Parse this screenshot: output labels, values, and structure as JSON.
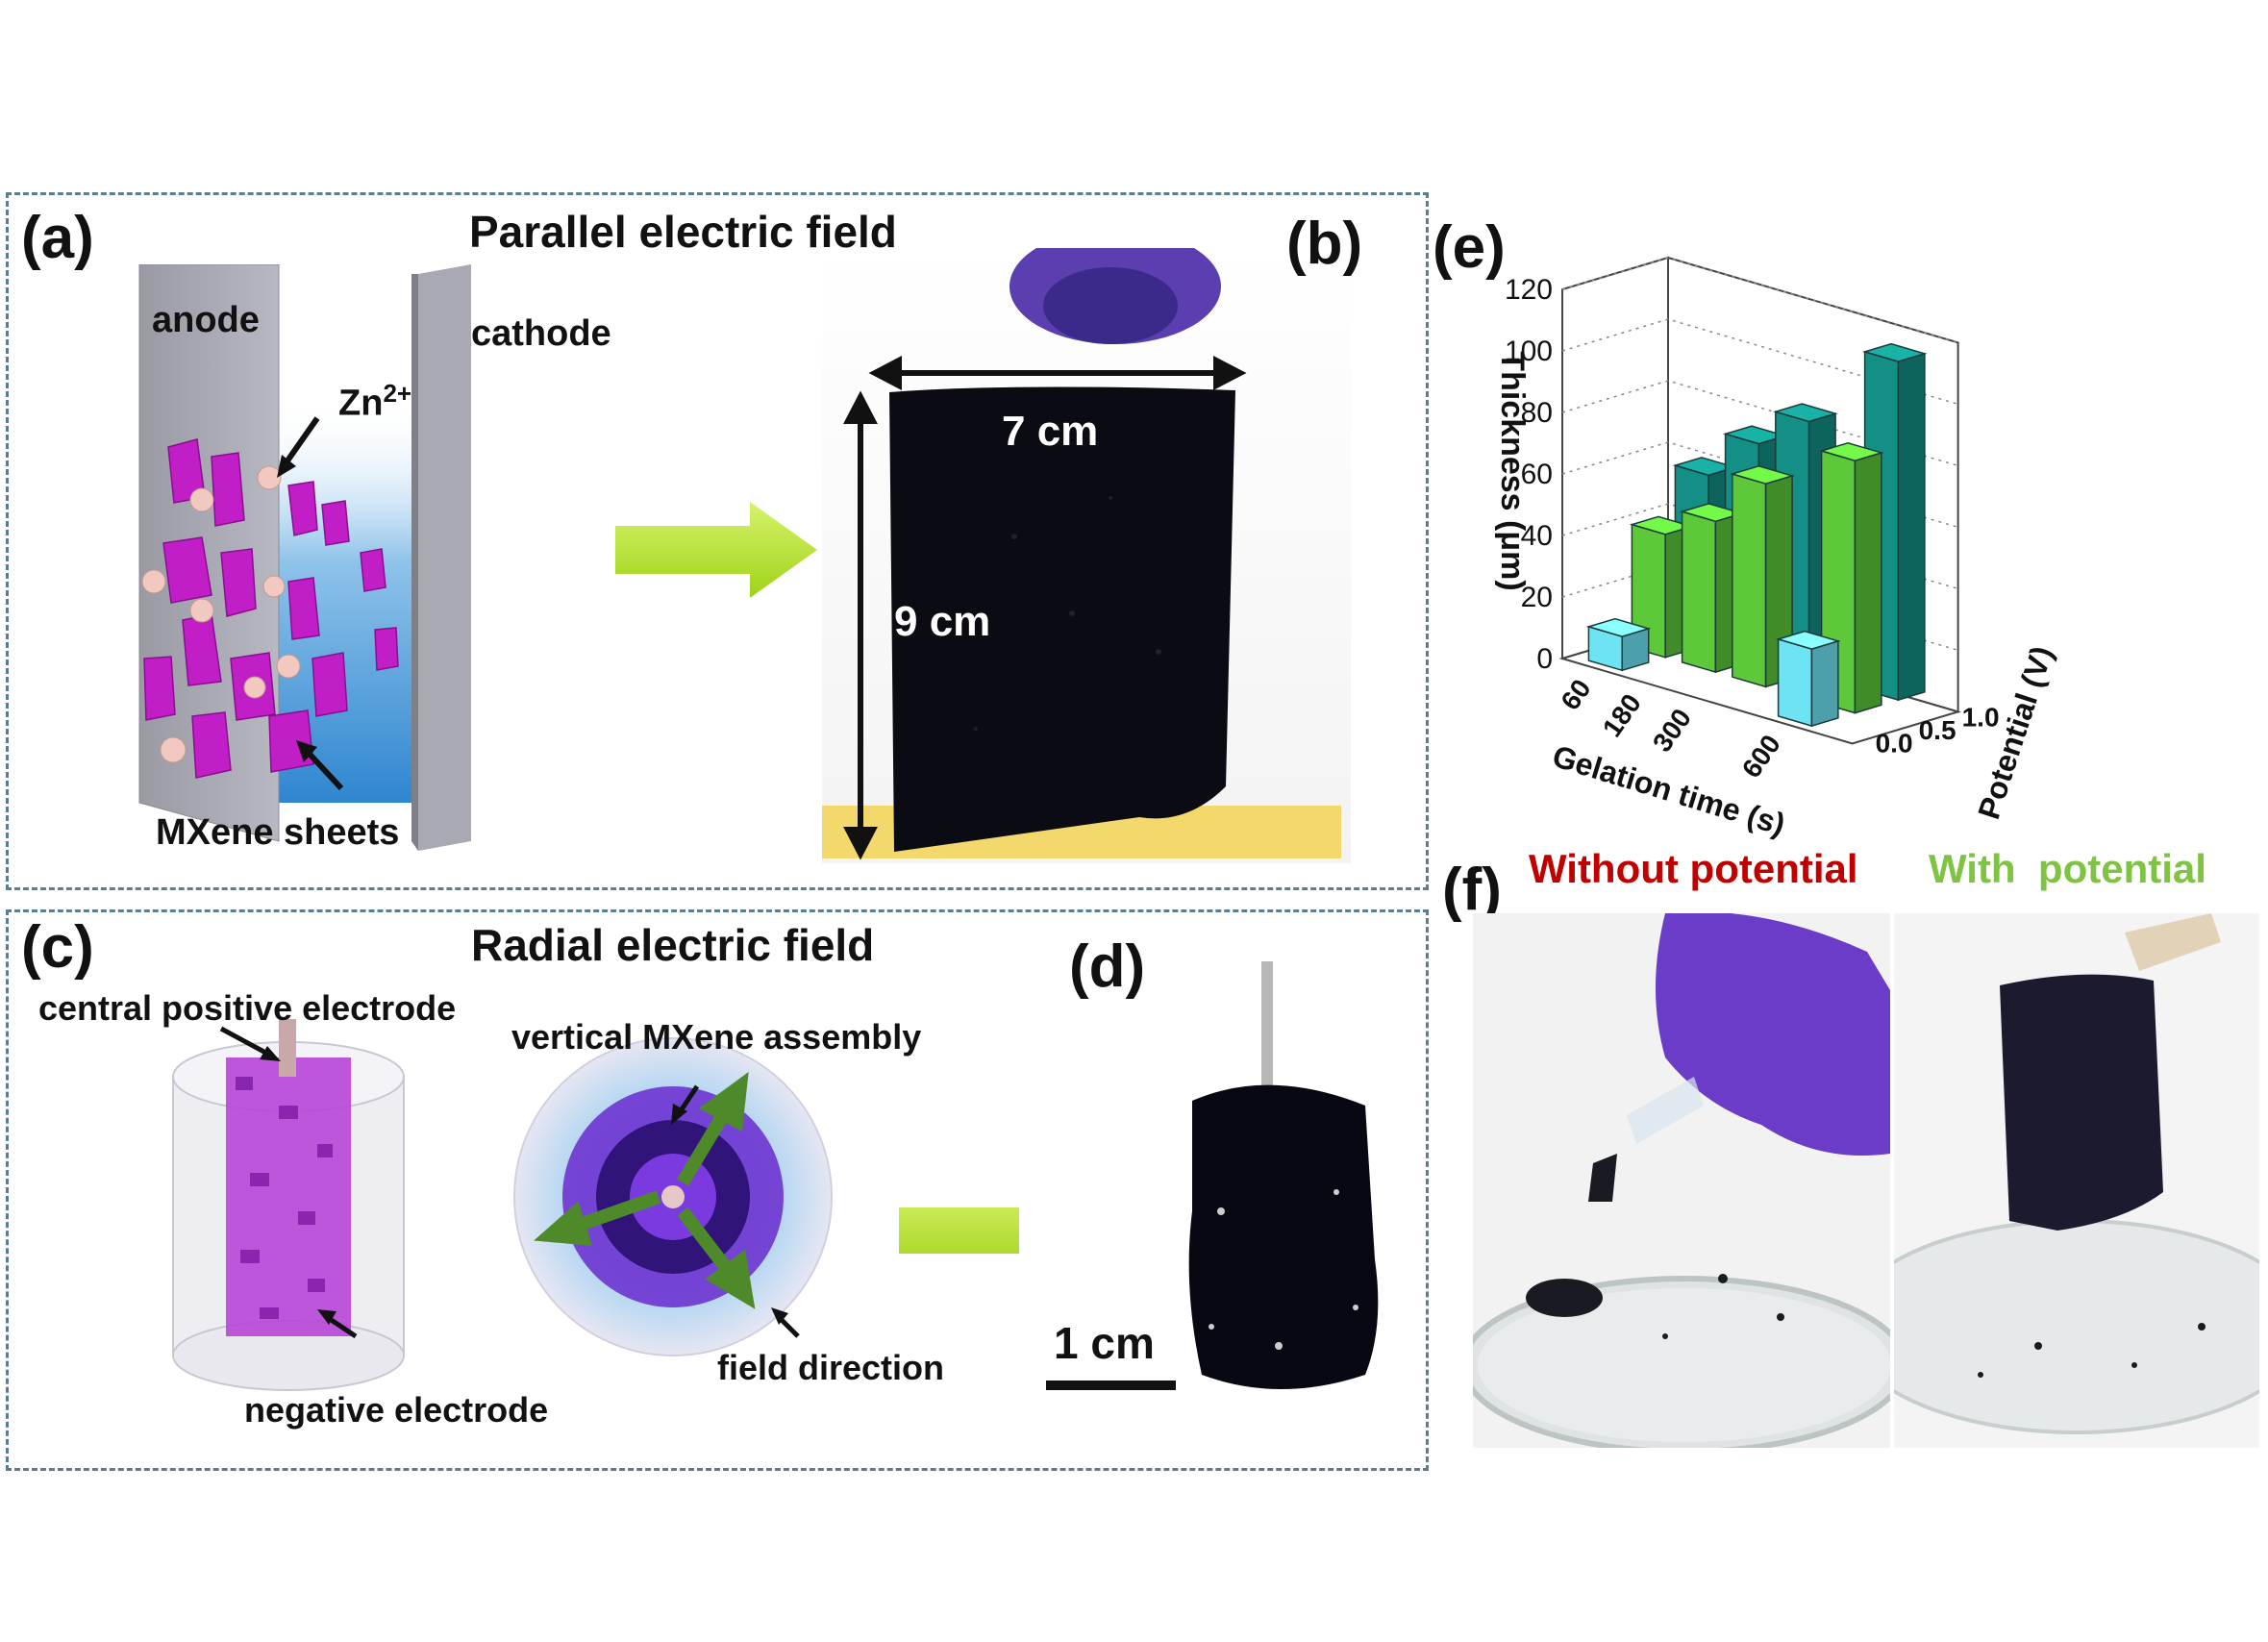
{
  "figure": {
    "panel_a": {
      "letter": "(a)",
      "title": "Parallel electric field",
      "anode": "anode",
      "cathode": "cathode",
      "ion": "Zn",
      "ion_charge": "2+",
      "sheets": "MXene sheets"
    },
    "panel_b": {
      "letter": "(b)",
      "width_label": "7 cm",
      "height_label": "9 cm"
    },
    "panel_c": {
      "letter": "(c)",
      "title": "Radial electric field",
      "central_electrode": "central positive electrode",
      "vertical_assembly": "vertical MXene assembly",
      "negative_electrode": "negative electrode",
      "field_direction": "field direction"
    },
    "panel_d": {
      "letter": "(d)",
      "scale_bar": "1 cm"
    },
    "panel_e": {
      "letter": "(e)"
    },
    "panel_f": {
      "letter": "(f)",
      "left_label": "Without potential",
      "right_label": "With  potential"
    }
  },
  "colors": {
    "label_red": "#c00000",
    "label_green": "#7ec341",
    "arrow_green": "#b6e61c",
    "mxene_magenta": "#c21ec8",
    "bar_cyan": "#6ee3f4",
    "bar_green": "#5cc83a",
    "bar_teal": "#138f85"
  },
  "chart_data": {
    "type": "bar3d",
    "zlabel": "Thickness  (μm)",
    "xlabel": "Gelation time (s)",
    "ylabel": "Potential (V)",
    "x_ticks": [
      "60",
      "180",
      "300",
      "600"
    ],
    "y_ticks": [
      "0.0",
      "0.5",
      "1.0"
    ],
    "z_ticks": [
      "0",
      "20",
      "40",
      "60",
      "80",
      "100",
      "120"
    ],
    "zlim": [
      0,
      120
    ],
    "x": [
      60,
      180,
      300,
      600
    ],
    "series": [
      {
        "potential": 0.0,
        "values": [
          11,
          null,
          null,
          25
        ],
        "color": "#6ee3f4"
      },
      {
        "potential": 0.5,
        "values": [
          40,
          49,
          66,
          82
        ],
        "color": "#5cc83a"
      },
      {
        "potential": 1.0,
        "values": [
          55,
          70,
          82,
          110
        ],
        "color": "#138f85"
      }
    ]
  }
}
